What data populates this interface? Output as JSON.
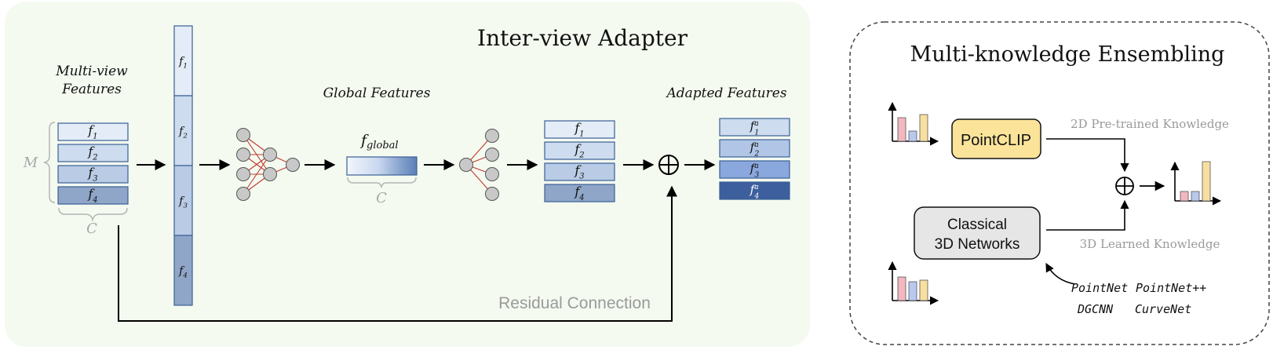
{
  "adapter": {
    "title": "Inter-view Adapter",
    "multiview": {
      "label_line1": "Multi-view",
      "label_line2": "Features",
      "m_symbol": "M",
      "c_symbol": "C",
      "cells": [
        {
          "name": "f",
          "sub": "1",
          "color": "#e3ecf7"
        },
        {
          "name": "f",
          "sub": "2",
          "color": "#cddcee"
        },
        {
          "name": "f",
          "sub": "3",
          "color": "#b9cbe5"
        },
        {
          "name": "f",
          "sub": "4",
          "color": "#8fa6c8"
        }
      ]
    },
    "concat": {
      "cells": [
        {
          "name": "f",
          "sub": "1",
          "color": "#e3ecf7"
        },
        {
          "name": "f",
          "sub": "2",
          "color": "#cddcee"
        },
        {
          "name": "f",
          "sub": "3",
          "color": "#b9cbe5"
        },
        {
          "name": "f",
          "sub": "4",
          "color": "#8fa6c8"
        }
      ]
    },
    "global": {
      "label": "Global Features",
      "symbol": "f",
      "symbol_sub": "global",
      "c_symbol": "C"
    },
    "expanded": {
      "cells": [
        {
          "name": "f",
          "sub": "1",
          "color": "#e3ecf7"
        },
        {
          "name": "f",
          "sub": "2",
          "color": "#cddcee"
        },
        {
          "name": "f",
          "sub": "3",
          "color": "#b9cbe5"
        },
        {
          "name": "f",
          "sub": "4",
          "color": "#8fa6c8"
        }
      ]
    },
    "plus_symbol": "⊕",
    "adapted": {
      "label": "Adapted Features",
      "cells": [
        {
          "name": "f",
          "sub": "1",
          "sup": "a",
          "color": "#cddcee"
        },
        {
          "name": "f",
          "sub": "2",
          "sup": "a",
          "color": "#b1c6e6"
        },
        {
          "name": "f",
          "sub": "3",
          "sup": "a",
          "color": "#8aa8dd"
        },
        {
          "name": "f",
          "sub": "4",
          "sup": "a",
          "color": "#3d5f9e"
        }
      ]
    },
    "residual_label": "Residual Connection"
  },
  "ensemble": {
    "title": "Multi-knowledge Ensembling",
    "pointclip_label": "PointCLIP",
    "classical_line1": "Classical",
    "classical_line2": "3D Networks",
    "pretrained_label": "2D Pre-trained Knowledge",
    "learned_label": "3D Learned Knowledge",
    "plus_symbol": "⊕",
    "networks_row1": [
      "PointNet",
      "PointNet++"
    ],
    "networks_row2": [
      "DGCNN",
      "CurveNet"
    ],
    "bar_colors": [
      "#f2b8c0",
      "#b9c9ee",
      "#f6dfa0"
    ]
  },
  "colors": {
    "adapter_bg": "#f4faf0",
    "pointclip_fill": "#fbe49a",
    "classical_fill": "#e6e6e6",
    "nn_line": "#c0392b",
    "cell_stroke": "#3a5f95",
    "light_text": "#9a9a9a"
  }
}
